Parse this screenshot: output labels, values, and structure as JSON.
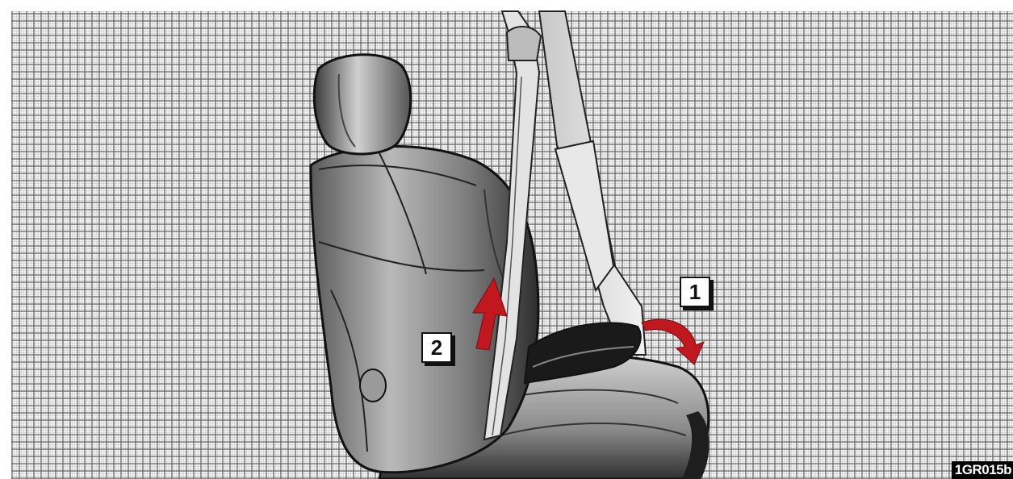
{
  "callouts": {
    "one": "1",
    "two": "2"
  },
  "figure_code": "1GR015b",
  "arrow_color": "#c0181e",
  "icons": [
    "seat-illustration",
    "seatbelt-illustration",
    "curved-arrow-icon",
    "up-arrow-icon"
  ]
}
